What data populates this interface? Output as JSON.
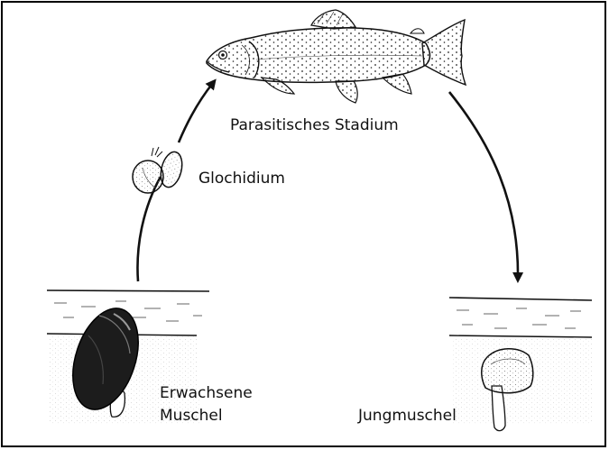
{
  "labels": {
    "parasitic_stage": "Parasitisches Stadium",
    "glochidium": "Glochidium",
    "adult_mussel_line1": "Erwachsene",
    "adult_mussel_line2": "Muschel",
    "juvenile_mussel": "Jungmuschel"
  },
  "colors": {
    "ink": "#111111",
    "background": "#ffffff"
  },
  "icons": [
    "trout-fish",
    "glochidium-larva",
    "adult-mussel",
    "juvenile-mussel",
    "arrow-up",
    "arrow-down"
  ]
}
